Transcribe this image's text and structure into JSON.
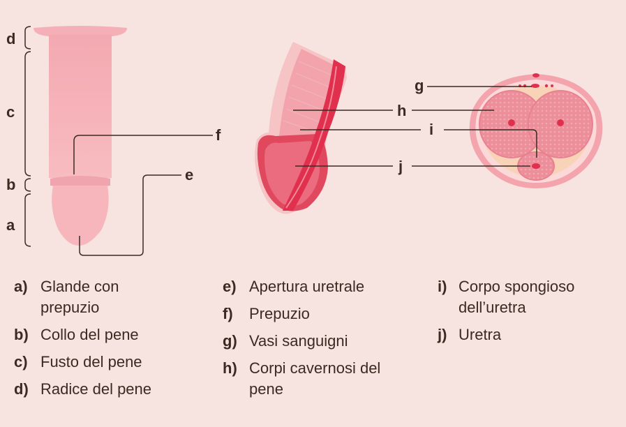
{
  "labels": {
    "a": "a",
    "b": "b",
    "c": "c",
    "d": "d",
    "e": "e",
    "f": "f",
    "g": "g",
    "h": "h",
    "i": "i",
    "j": "j"
  },
  "legend": [
    {
      "key": "a)",
      "text": "Glande con prepuzio"
    },
    {
      "key": "b)",
      "text": "Collo del pene"
    },
    {
      "key": "c)",
      "text": "Fusto del pene"
    },
    {
      "key": "d)",
      "text": "Radice del pene"
    },
    {
      "key": "e)",
      "text": "Apertura uretrale"
    },
    {
      "key": "f)",
      "text": "Prepuzio"
    },
    {
      "key": "g)",
      "text": "Vasi sanguigni"
    },
    {
      "key": "h)",
      "text": "Corpi cavernosi del pene"
    },
    {
      "key": "i)",
      "text": "Corpo spongioso dell’uretra"
    },
    {
      "key": "j)",
      "text": "Uretra"
    }
  ],
  "colors": {
    "background": "#f7e3df",
    "text": "#3a2a22",
    "line": "#3a2a22",
    "tissue_light": "#f5b5bb",
    "tissue_mid": "#ec8f9b",
    "tissue_dark": "#e0485e",
    "urethra": "#e0304d",
    "fat": "#f8d3b8"
  }
}
